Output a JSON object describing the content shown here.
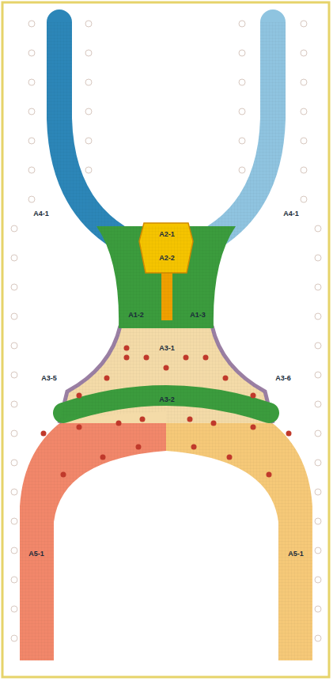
{
  "diagram": {
    "labels": [
      "A4-1",
      "A4-1",
      "A2-1",
      "A2-2",
      "A1-2",
      "A1-3",
      "A3-1",
      "A3-5",
      "A3-6",
      "A3-2",
      "A5-1",
      "A5-1"
    ]
  }
}
